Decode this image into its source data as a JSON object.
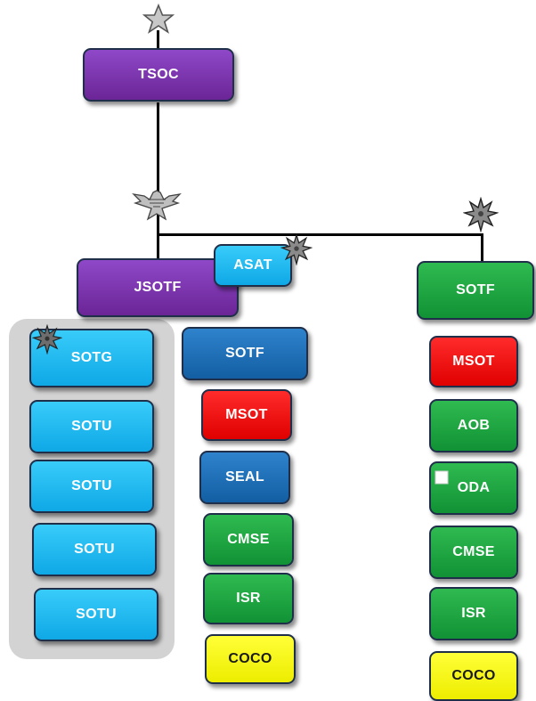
{
  "colors": {
    "purple": "#7b30aa",
    "light_blue": "#1fbaf2",
    "dark_blue": "#1b6bb8",
    "red": "#f00000",
    "green": "#1ea641",
    "yellow": "#ffff1a"
  },
  "nodes": {
    "tsoc": "TSOC",
    "jsotf": "JSOTF",
    "asat": "ASAT",
    "sotf_right": "SOTF",
    "sotg": "SOTG",
    "sotu_1": "SOTU",
    "sotu_2": "SOTU",
    "sotu_3": "SOTU",
    "sotu_4": "SOTU",
    "sotf_center": "SOTF",
    "msot_center": "MSOT",
    "seal": "SEAL",
    "cmse_center": "CMSE",
    "isr_center": "ISR",
    "coco_center": "COCO",
    "msot_right": "MSOT",
    "aob": "AOB",
    "oda": "ODA",
    "cmse_right": "CMSE",
    "isr_right": "ISR",
    "coco_right": "COCO"
  },
  "icons": {
    "rank_general": "star-icon",
    "rank_colonel": "eagle-icon",
    "rank_o5": "oak-leaf-icon",
    "rank_o3": "bar-icon"
  }
}
